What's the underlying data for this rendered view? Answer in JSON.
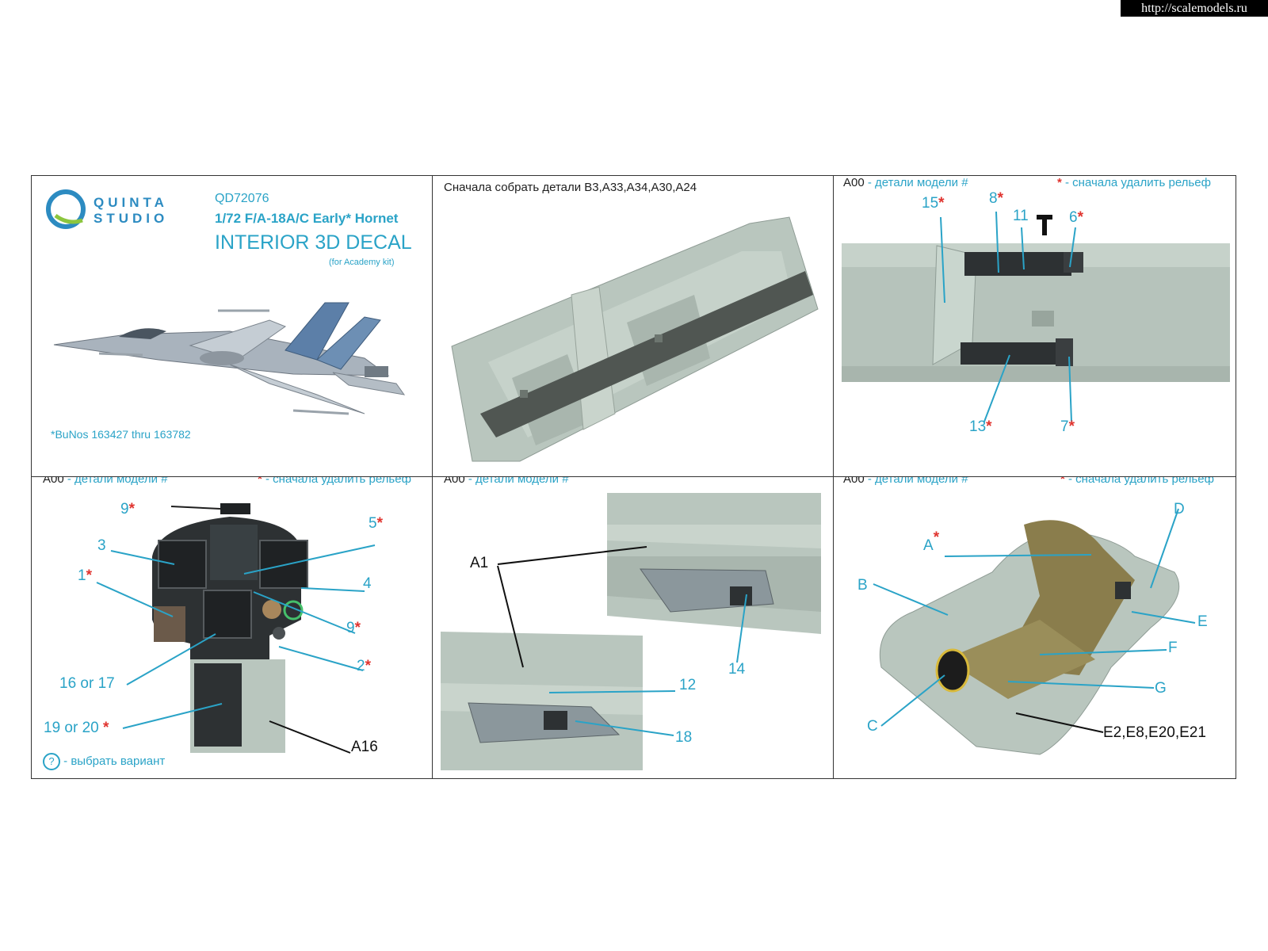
{
  "watermark": "http://scalemodels.ru",
  "brand": {
    "line1": "QUINTA",
    "line2": "STUDIO"
  },
  "product": {
    "code": "QD72076",
    "title": "1/72 F/A-18A/C Early* Hornet",
    "headline": "INTERIOR 3D DECAL",
    "kit_note": "(for Academy kit)",
    "footnote": "*BuNos 163427 thru 163782"
  },
  "legend": {
    "code": "A00",
    "model_parts": "- детали модели #",
    "star": "*",
    "remove_relief": "- сначала удалить рельеф",
    "choose_variant_symbol": "?",
    "choose_variant": "- выбрать вариант"
  },
  "panel2": {
    "instruction": "Сначала собрать детали B3,A33,A34,A30,A24"
  },
  "panel3": {
    "labels": [
      {
        "text": "15",
        "star": true
      },
      {
        "text": "8",
        "star": true
      },
      {
        "text": "11",
        "star": false
      },
      {
        "text": "6",
        "star": true
      },
      {
        "text": "13",
        "star": true
      },
      {
        "text": "7",
        "star": true
      }
    ]
  },
  "panel4": {
    "labels": [
      {
        "text": "9",
        "star": true
      },
      {
        "text": "3",
        "star": false
      },
      {
        "text": "5",
        "star": true
      },
      {
        "text": "1",
        "star": true
      },
      {
        "text": "4",
        "star": false
      },
      {
        "text": "9",
        "star": true
      },
      {
        "text": "2",
        "star": true
      },
      {
        "text": "16 or 17",
        "star": false
      },
      {
        "text": "19 or 20",
        "star": true
      },
      {
        "text": "A16",
        "star": false
      }
    ]
  },
  "panel5": {
    "labels": [
      {
        "text": "A1"
      },
      {
        "text": "14"
      },
      {
        "text": "12"
      },
      {
        "text": "18"
      }
    ]
  },
  "panel6": {
    "labels": [
      {
        "text": "A",
        "star": true
      },
      {
        "text": "D",
        "star": false
      },
      {
        "text": "B",
        "star": false
      },
      {
        "text": "E",
        "star": false
      },
      {
        "text": "F",
        "star": false
      },
      {
        "text": "G",
        "star": false
      },
      {
        "text": "C",
        "star": false
      },
      {
        "text": "E2,E8,E20,E21",
        "star": false
      }
    ]
  },
  "colors": {
    "accent_blue": "#2aa3c7",
    "star_red": "#e0342f",
    "resin_grey": "#b9c6be",
    "decal_dark": "#2d3133"
  }
}
